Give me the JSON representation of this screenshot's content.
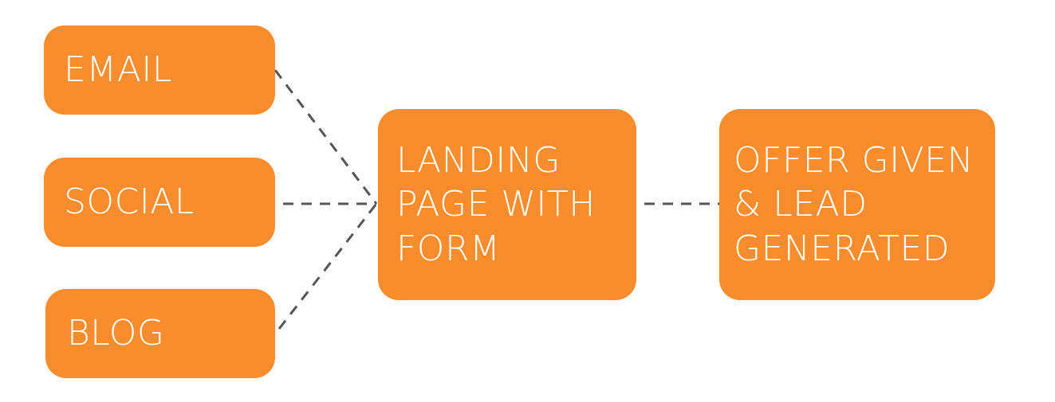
{
  "diagram": {
    "sources": [
      {
        "id": "email",
        "label": "EMAIL"
      },
      {
        "id": "social",
        "label": "SOCIAL"
      },
      {
        "id": "blog",
        "label": "BLOG"
      }
    ],
    "landing": {
      "lines": [
        "LANDING",
        "PAGE WITH",
        "FORM"
      ]
    },
    "outcome": {
      "lines": [
        "OFFER GIVEN",
        "& LEAD",
        "GENERATED"
      ]
    },
    "colors": {
      "box_fill": "#f98c2c",
      "box_text": "#ffffff",
      "connector": "#555555",
      "background": "#ffffff"
    },
    "connector_style": "dashed"
  }
}
